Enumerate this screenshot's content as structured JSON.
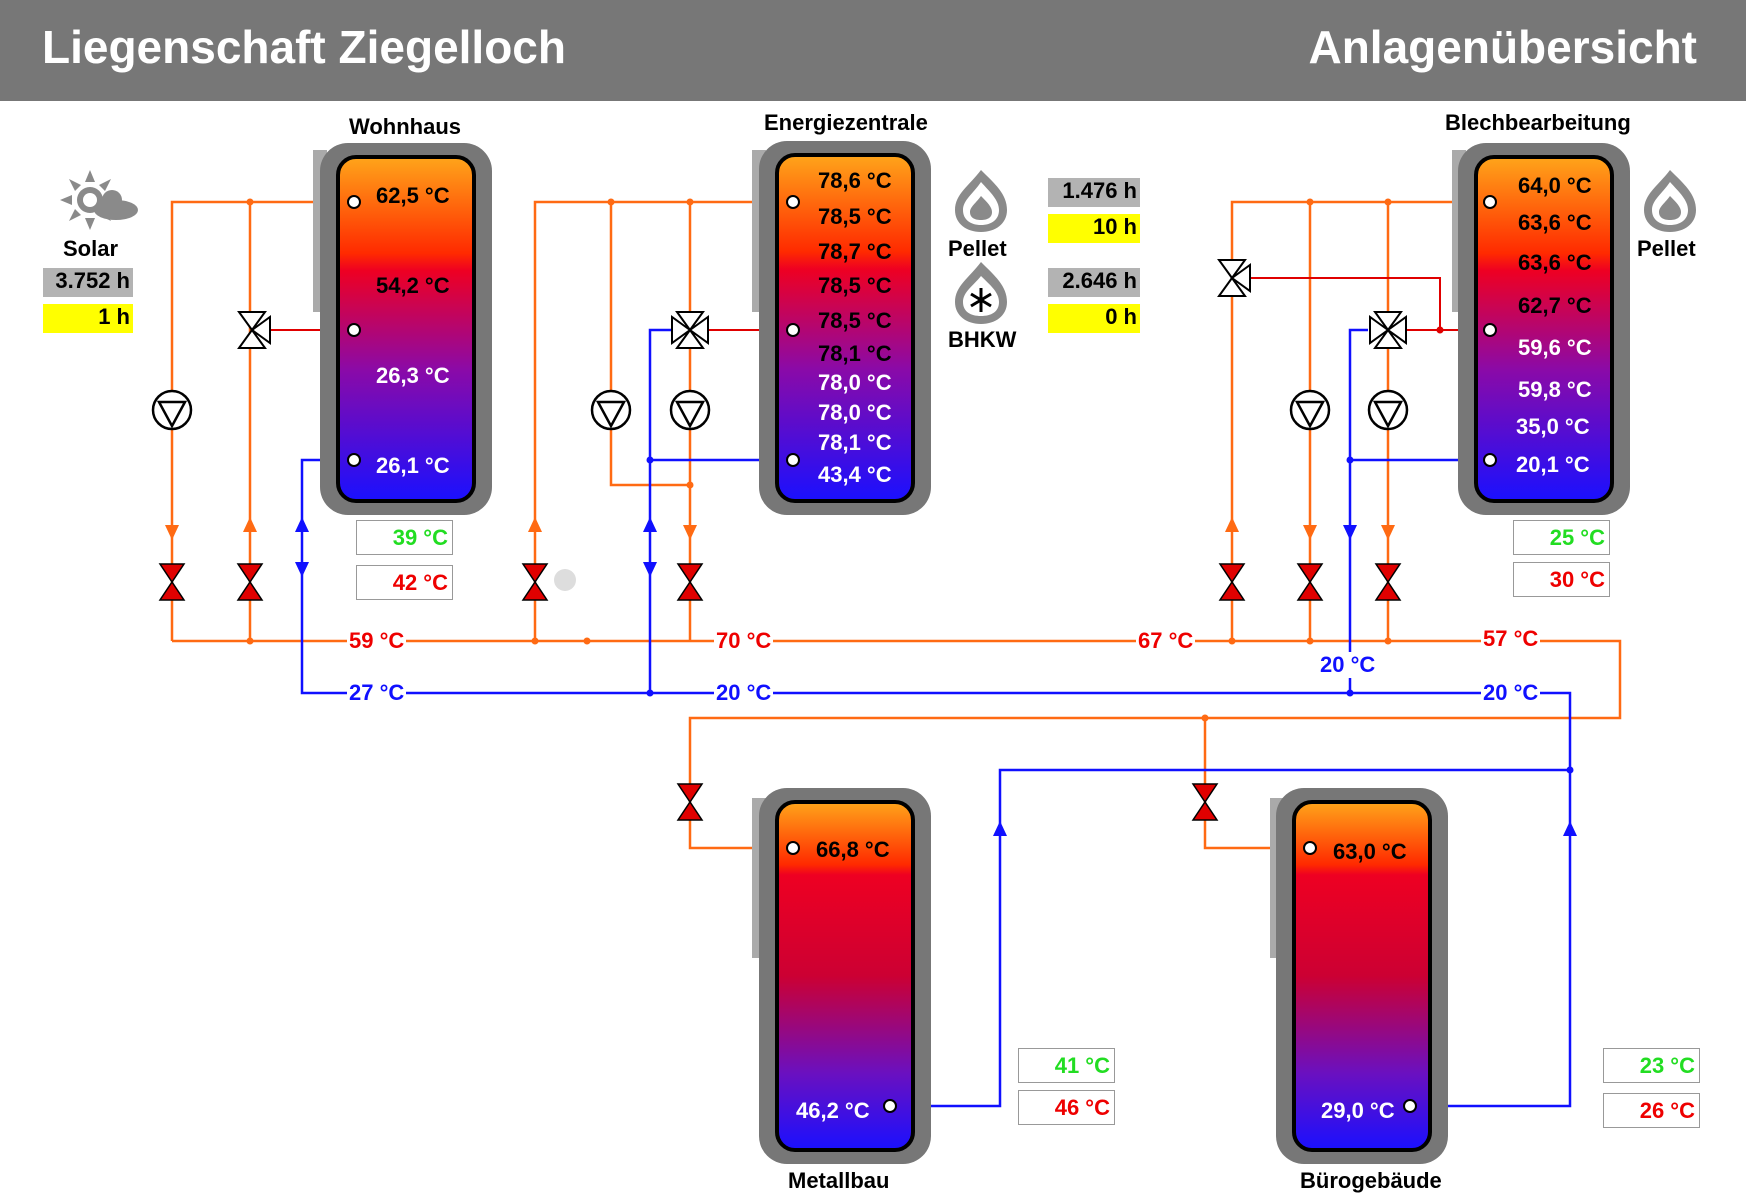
{
  "header": {
    "title_left": "Liegenschaft Ziegelloch",
    "title_right": "Anlagenübersicht"
  },
  "colors": {
    "header_bg": "#777777",
    "supply_pipe": "#ff6a13",
    "return_pipe": "#1010ff",
    "valve": "#e00000",
    "setpoint_green": "#22dd22",
    "setpoint_red": "#ee0000",
    "counter_gray": "#b3b3b3",
    "counter_yellow": "#ffff00"
  },
  "solar": {
    "label": "Solar",
    "icon": "sun-cloud-icon",
    "hours": "3.752 h",
    "hours_today": "1 h"
  },
  "energiezentrale_sources": {
    "pellet_label": "Pellet",
    "pellet_icon": "flame-icon",
    "pellet_hours": "1.476 h",
    "pellet_hours_today": "10 h",
    "bhkw_label": "BHKW",
    "bhkw_icon": "bhkw-flame-icon",
    "bhkw_hours": "2.646 h",
    "bhkw_hours_today": "0 h"
  },
  "blech_source": {
    "pellet_label": "Pellet",
    "pellet_icon": "flame-icon"
  },
  "tanks": {
    "wohnhaus": {
      "name": "Wohnhaus",
      "temps": [
        "62,5 °C",
        "54,2 °C",
        "26,3 °C",
        "26,1 °C"
      ],
      "setpoint_green": "39 °C",
      "setpoint_red": "42 °C"
    },
    "energiezentrale": {
      "name": "Energiezentrale",
      "temps": [
        "78,6 °C",
        "78,5 °C",
        "78,7 °C",
        "78,5 °C",
        "78,5 °C",
        "78,1 °C",
        "78,0 °C",
        "78,0 °C",
        "78,1 °C",
        "43,4 °C"
      ]
    },
    "blechbearbeitung": {
      "name": "Blechbearbeitung",
      "temps": [
        "64,0 °C",
        "63,6 °C",
        "63,6 °C",
        "62,7 °C",
        "59,6 °C",
        "59,8 °C",
        "35,0 °C",
        "20,1 °C"
      ],
      "setpoint_green": "25 °C",
      "setpoint_red": "30 °C"
    },
    "metallbau": {
      "name": "Metallbau",
      "temps": [
        "66,8 °C",
        "46,2 °C"
      ],
      "setpoint_green": "41 °C",
      "setpoint_red": "46 °C"
    },
    "buerogebaeude": {
      "name": "Bürogebäude",
      "temps": [
        "63,0 °C",
        "29,0 °C"
      ],
      "setpoint_green": "23 °C",
      "setpoint_red": "26 °C"
    }
  },
  "pipe_temps": {
    "supply_1": "59 °C",
    "supply_2": "70 °C",
    "supply_3": "67 °C",
    "supply_4": "57 °C",
    "return_1": "27 °C",
    "return_2": "20 °C",
    "return_3": "20 °C",
    "return_4": "20 °C"
  }
}
